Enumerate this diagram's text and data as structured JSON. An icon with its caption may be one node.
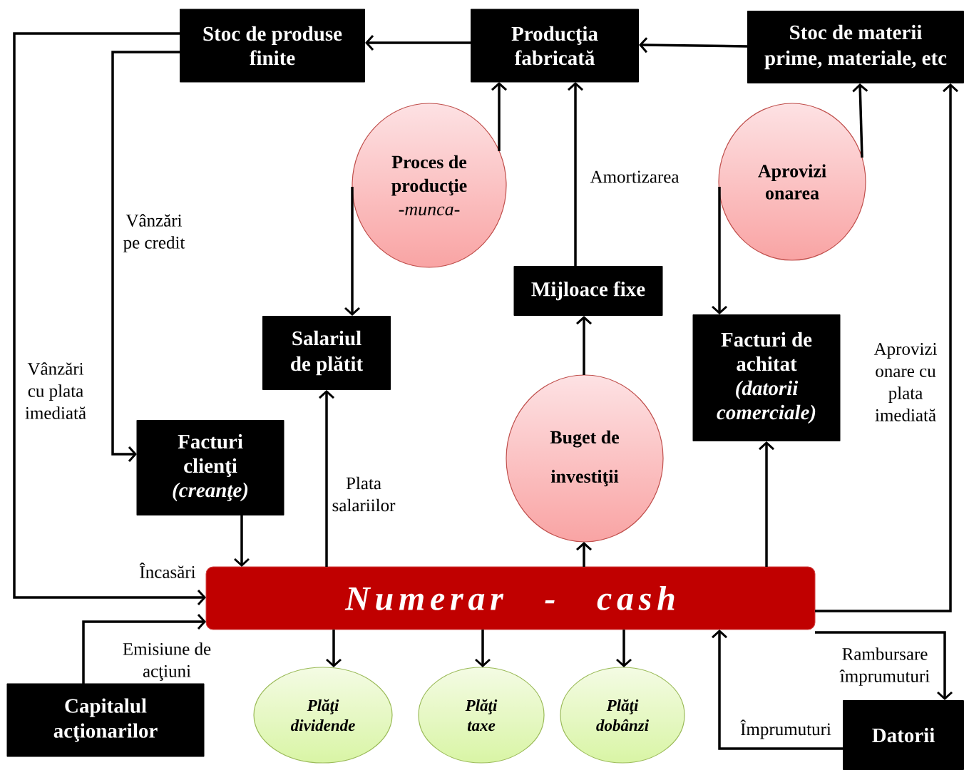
{
  "diagram": {
    "nodes": [
      {
        "text": [
          "Stoc de produse finite"
        ]
      },
      {
        "text": [
          "Producţia fabricată"
        ]
      },
      {
        "text": [
          "Stoc de materii prime, materiale, etc"
        ]
      },
      {
        "text": [
          "Proces de producţie",
          "-munca-"
        ]
      },
      {
        "text": [
          "Aprovizi onarea"
        ]
      },
      {
        "text": [
          "Mijloace fixe"
        ]
      },
      {
        "text": [
          "Salariul de plătit"
        ]
      },
      {
        "text": [
          "Facturi de achitat",
          "(datorii comerciale)"
        ]
      },
      {
        "text": [
          "Buget de investiţii"
        ]
      },
      {
        "text": [
          "Facturi clienţi",
          "(creanţe)"
        ]
      },
      {
        "text": [
          "Numerar - cash"
        ]
      },
      {
        "text": [
          "Capitalul acţionarilor"
        ]
      },
      {
        "text": [
          "Plăţi dividende"
        ]
      },
      {
        "text": [
          "Plăţi taxe"
        ]
      },
      {
        "text": [
          "Plăţi dobânzi"
        ]
      },
      {
        "text": [
          "Datorii"
        ]
      }
    ],
    "edges": [
      {
        "from": 1,
        "to": 0,
        "arrow": "to"
      },
      {
        "from": 2,
        "to": 1,
        "arrow": "to"
      },
      {
        "from": 3,
        "to": 1,
        "arrow": "to"
      },
      {
        "from": 5,
        "to": 1,
        "arrow": "to",
        "label": "Amortizarea"
      },
      {
        "from": 4,
        "to": 2,
        "arrow": "to"
      },
      {
        "from": 3,
        "to": 6,
        "arrow": "to"
      },
      {
        "from": 4,
        "to": 7,
        "arrow": "to"
      },
      {
        "from": 8,
        "to": 5,
        "arrow": "to"
      },
      {
        "from": 10,
        "to": 6,
        "arrow": "to",
        "label": "Plata salariilor"
      },
      {
        "from": 10,
        "to": 8,
        "arrow": "to"
      },
      {
        "from": 10,
        "to": 7,
        "arrow": "to"
      },
      {
        "from": 0,
        "to": 9,
        "arrow": "to",
        "label": "Vânzări pe credit"
      },
      {
        "from": 0,
        "to": 10,
        "arrow": "to",
        "label": "Vânzări cu plata imediată"
      },
      {
        "from": 9,
        "to": 10,
        "arrow": "to"
      },
      {
        "from": 11,
        "to": 10,
        "arrow": "to",
        "label": "Emisiune de acţiuni"
      },
      {
        "from": 10,
        "to": 12,
        "arrow": "to"
      },
      {
        "from": 10,
        "to": 13,
        "arrow": "to"
      },
      {
        "from": 10,
        "to": 14,
        "arrow": "to"
      },
      {
        "from": 10,
        "to": 2,
        "arrow": "to",
        "label": "Aprovizi onare cu plata imediată"
      },
      {
        "from": 10,
        "to": 15,
        "arrow": "to",
        "label": "Rambursare împrumuturi"
      },
      {
        "from": 15,
        "to": 10,
        "arrow": "to",
        "label": "Împrumuturi"
      }
    ],
    "labels": [
      "Încasări"
    ]
  }
}
